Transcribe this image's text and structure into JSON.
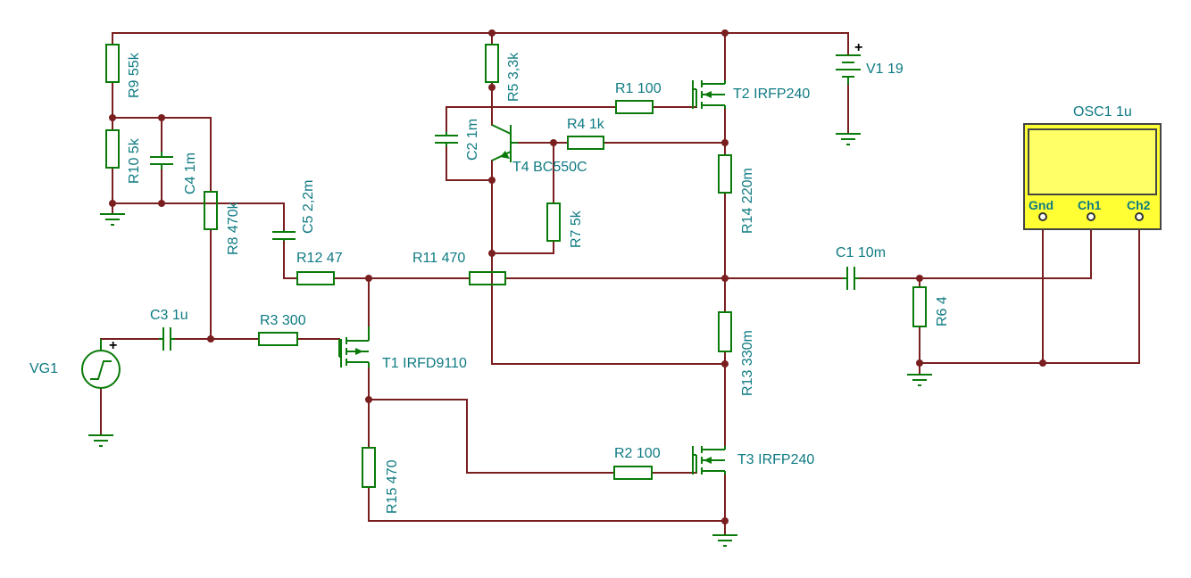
{
  "components": {
    "r9": "R9 55k",
    "r10": "R10 5k",
    "c4": "C4 1m",
    "r8": "R8 470k",
    "c5": "C5 2,2m",
    "r5": "R5 3,3k",
    "c2": "C2 1m",
    "t4": "T4 BC550C",
    "r1": "R1 100",
    "r4": "R4 1k",
    "r7": "R7 5k",
    "t2": "T2 IRFP240",
    "v1": "V1 19",
    "r14": "R14 220m",
    "r12": "R12 47",
    "r11": "R11 470",
    "c3": "C3 1u",
    "r3": "R3 300",
    "vg1": "VG1",
    "t1": "T1 IRFD9110",
    "r13": "R13 330m",
    "c1": "C1 10m",
    "r6": "R6 4",
    "osc1": "OSC1 1u",
    "r15": "R15 470",
    "r2": "R2 100",
    "t3": "T3 IRFP240"
  },
  "oscilloscope": {
    "gnd": "Gnd",
    "ch1": "Ch1",
    "ch2": "Ch2",
    "body_color": "#ffff33"
  },
  "polarity": {
    "plus": "+"
  },
  "colors": {
    "wire": "#7a1f1f",
    "component": "#0a7a0a",
    "label": "#0e7a82"
  }
}
